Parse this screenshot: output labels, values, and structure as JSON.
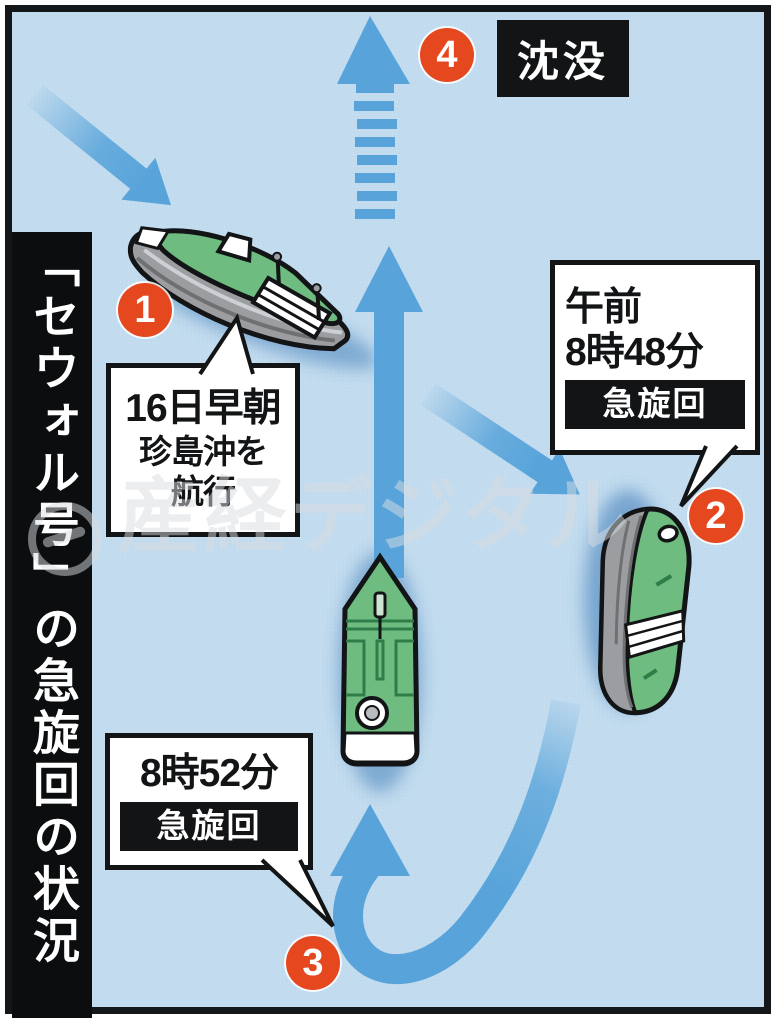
{
  "figure_title": "「セウォル号」の急旋回の状況",
  "watermark": {
    "text": "産経デジタル"
  },
  "annotations": {
    "step1": {
      "number": "1",
      "lines": [
        "16日早朝",
        "珍島沖を",
        "航行"
      ]
    },
    "step2": {
      "number": "2",
      "lines": [
        "午前",
        "8時48分"
      ],
      "badge": "急旋回"
    },
    "step3": {
      "number": "3",
      "lines": [
        "8時52分"
      ],
      "badge": "急旋回"
    },
    "step4": {
      "number": "4",
      "label": "沈没"
    }
  },
  "colors": {
    "sea_background": "#c0daee",
    "route_arrow_blue": "#58a4da",
    "ship_deck_green": "#6fbc80",
    "ship_hull_gray": "#9b9da0",
    "step_marker_red": "#e5481f",
    "label_black": "#121416"
  }
}
